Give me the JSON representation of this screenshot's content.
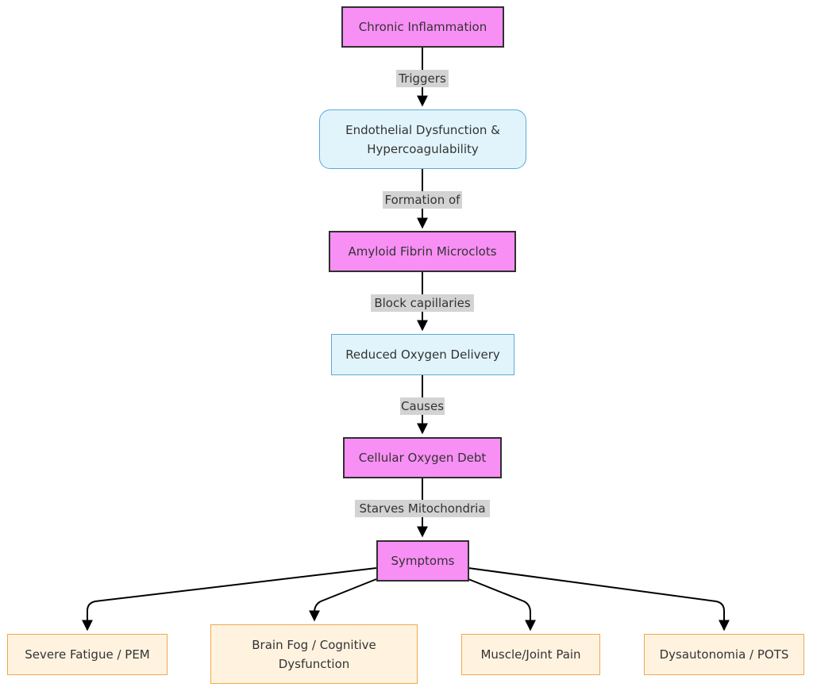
{
  "nodes": {
    "n1": "Chronic Inflammation",
    "n2_line1": "Endothelial Dysfunction &",
    "n2_line2": "Hypercoagulability",
    "n3": "Amyloid Fibrin Microclots",
    "n4": "Reduced Oxygen Delivery",
    "n5": "Cellular Oxygen Debt",
    "n6": "Symptoms",
    "s1": "Severe Fatigue / PEM",
    "s2_line1": "Brain Fog / Cognitive",
    "s2_line2": "Dysfunction",
    "s3": "Muscle/Joint Pain",
    "s4": "Dysautonomia / POTS"
  },
  "edges": {
    "e1": "Triggers",
    "e2": "Formation of",
    "e3": "Block capillaries",
    "e4": "Causes",
    "e5": "Starves Mitochondria"
  },
  "colors": {
    "primary_node": "#f88ff5",
    "process_node": "#e1f4fb",
    "symptom_node": "#fff3e0",
    "edge_label_bg": "#d3d3d3"
  }
}
